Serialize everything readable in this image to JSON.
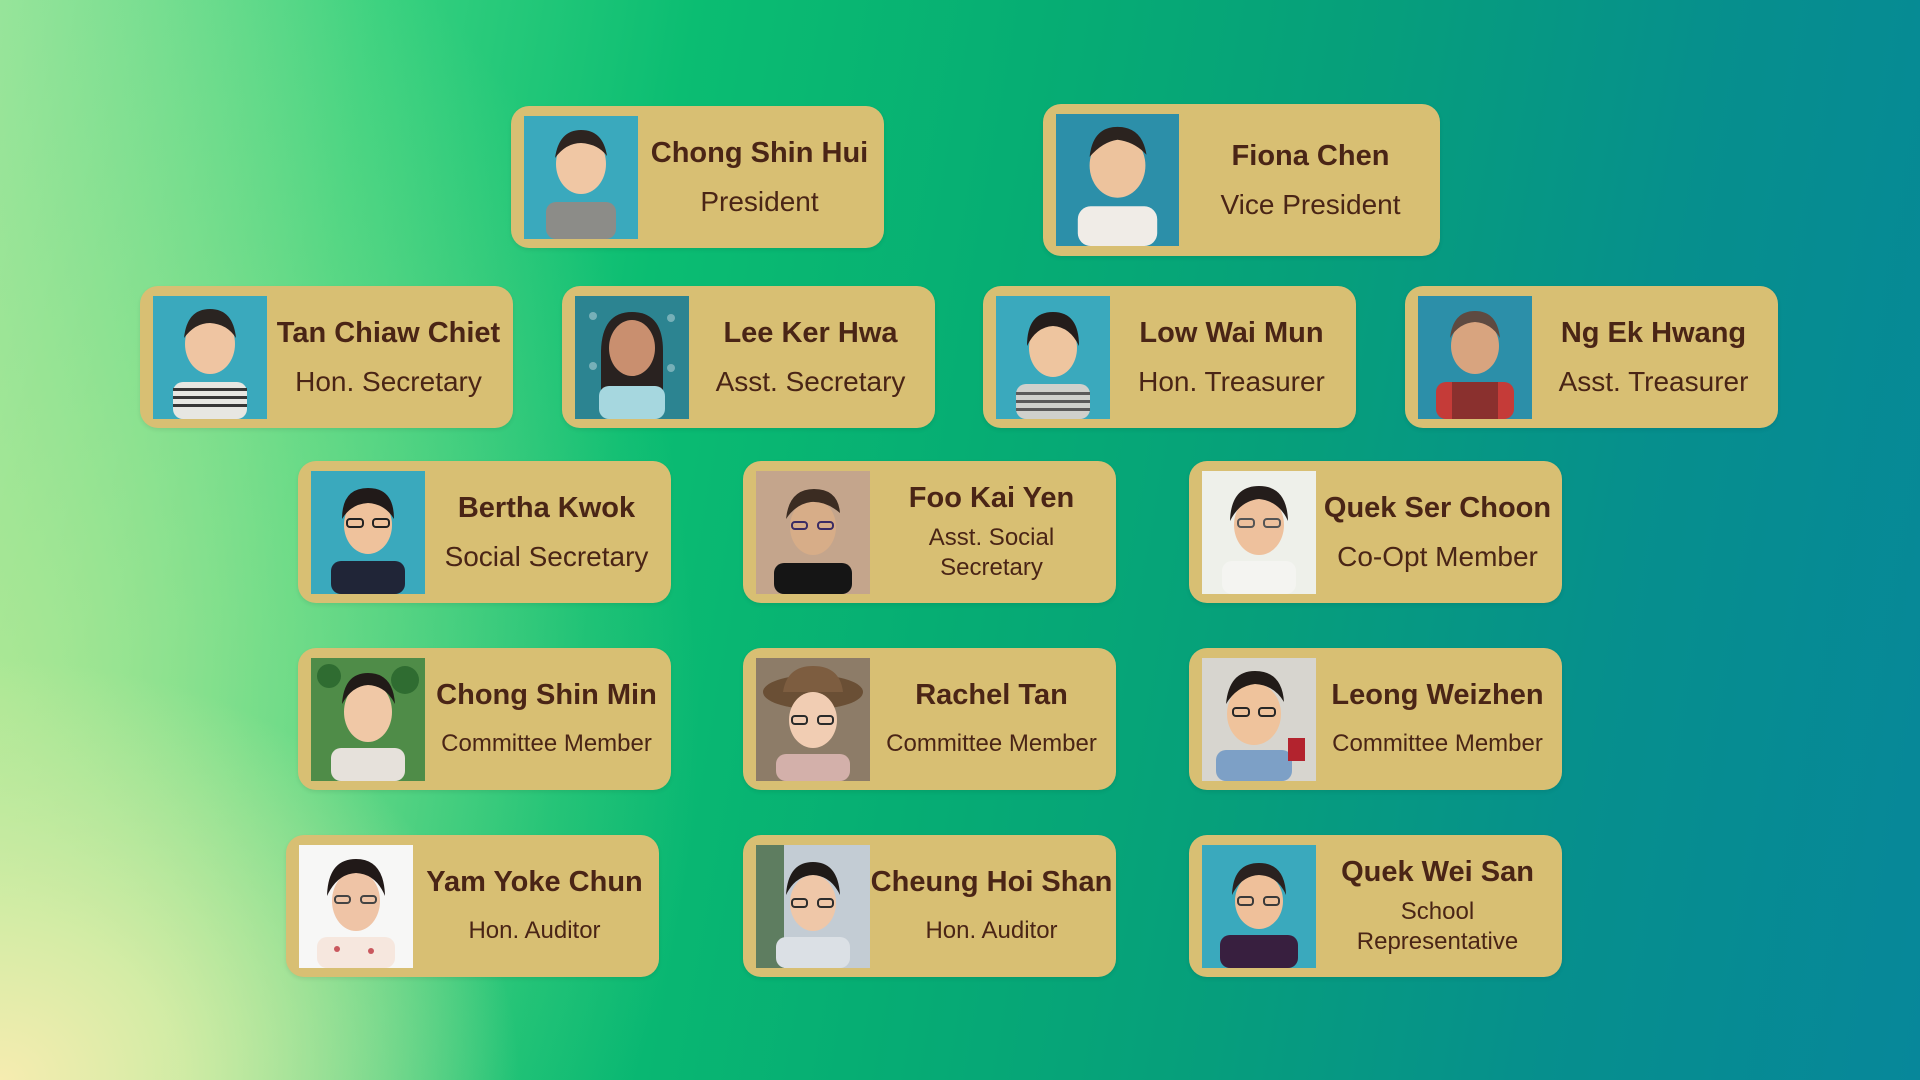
{
  "members": [
    {
      "name": "Chong Shin Hui",
      "role": "President",
      "photo": "portrait-photo"
    },
    {
      "name": "Fiona Chen",
      "role": "Vice President",
      "photo": "portrait-photo"
    },
    {
      "name": "Tan Chiaw Chiet",
      "role": "Hon. Secretary",
      "photo": "portrait-photo"
    },
    {
      "name": "Lee Ker Hwa",
      "role": "Asst. Secretary",
      "photo": "portrait-photo"
    },
    {
      "name": "Low Wai Mun",
      "role": "Hon. Treasurer",
      "photo": "portrait-photo"
    },
    {
      "name": "Ng Ek Hwang",
      "role": "Asst. Treasurer",
      "photo": "portrait-photo"
    },
    {
      "name": "Bertha Kwok",
      "role": "Social Secretary",
      "photo": "portrait-photo"
    },
    {
      "name": "Foo Kai Yen",
      "role": "Asst. Social Secretary",
      "photo": "portrait-photo"
    },
    {
      "name": "Quek Ser Choon",
      "role": "Co-Opt Member",
      "photo": "portrait-photo"
    },
    {
      "name": "Chong Shin Min",
      "role": "Committee Member",
      "photo": "portrait-photo"
    },
    {
      "name": "Rachel Tan",
      "role": "Committee Member",
      "photo": "portrait-photo"
    },
    {
      "name": "Leong Weizhen",
      "role": "Committee Member",
      "photo": "portrait-photo"
    },
    {
      "name": "Yam Yoke Chun",
      "role": "Hon. Auditor",
      "photo": "portrait-photo"
    },
    {
      "name": "Cheung Hoi Shan",
      "role": "Hon. Auditor",
      "photo": "portrait-photo"
    },
    {
      "name": "Quek Wei San",
      "role": "School Representative",
      "photo": "portrait-photo"
    }
  ],
  "colors": {
    "card": "#d8bf73",
    "text": "#4a2516",
    "gradient_left": "#8fe39b",
    "gradient_mid": "#0bbd72",
    "gradient_right": "#07879a"
  }
}
